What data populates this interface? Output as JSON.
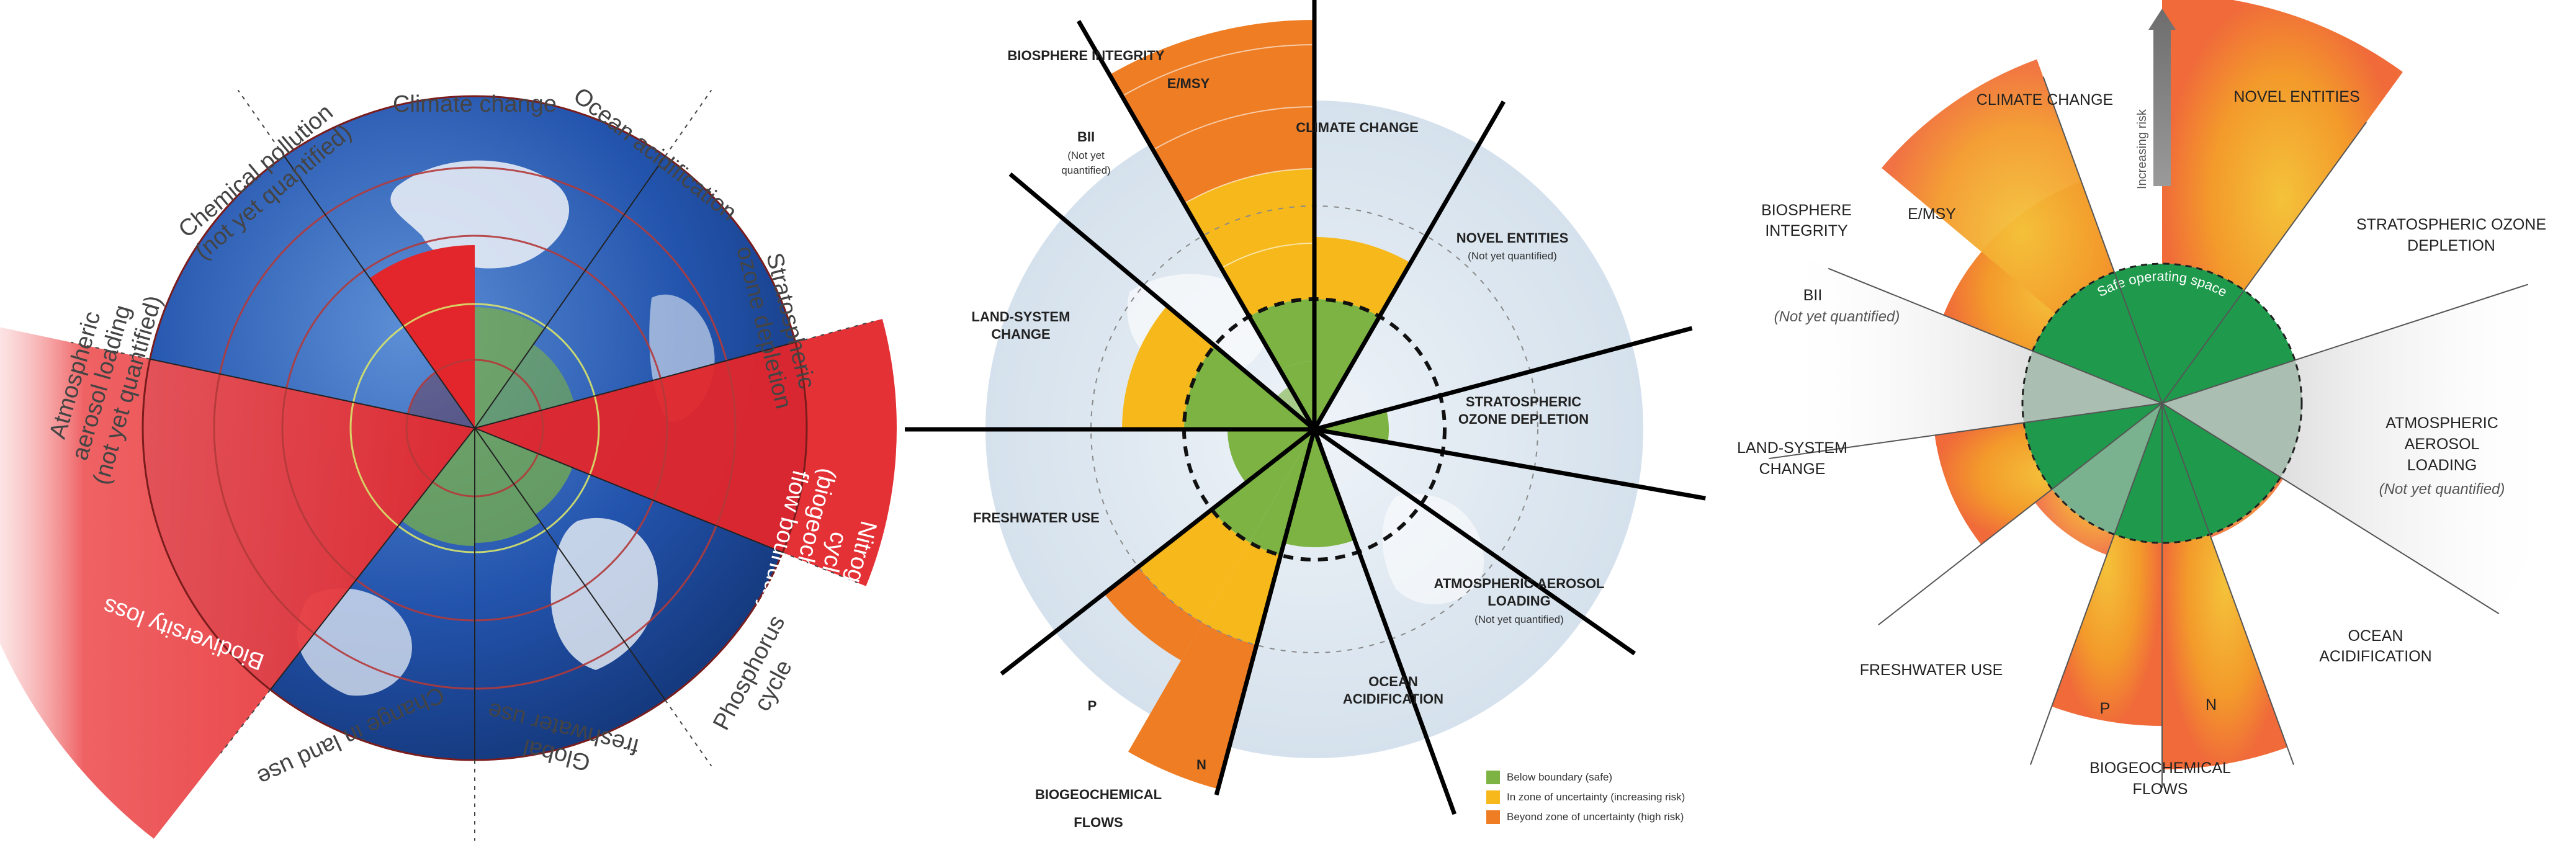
{
  "colors": {
    "ocean": "#1f4fa8",
    "safe_green": "#7cb342",
    "red": "#e3262b",
    "yellow": "#f6b81b",
    "orange": "#ee7d24",
    "deep_green": "#1f9a4c",
    "grey": "#c4c4c4"
  },
  "panel1": {
    "labels": {
      "climate": "Climate change",
      "ocean": "Ocean acidification",
      "ozone_1": "Stratospheric",
      "ozone_2": "ozone depletion",
      "nitrogen_1": "Nitrogen",
      "nitrogen_2": "cycle",
      "nitrogen_3": "(biogeochemical",
      "nitrogen_4": "flow boundary)",
      "phosphorus_1": "Phosphorus",
      "phosphorus_2": "cycle",
      "freshwater_1": "Global",
      "freshwater_2": "freshwater use",
      "landuse": "Change in land use",
      "biodiversity": "Biodiversity loss",
      "aerosol_1": "Atmospheric",
      "aerosol_2": "aerosol loading",
      "aerosol_3": "(not yet quantified)",
      "chemical_1": "Chemical pollution",
      "chemical_2": "(not yet quantified)"
    }
  },
  "panel2": {
    "labels": {
      "biosphere": "BIOSPHERE INTEGRITY",
      "emsy": "E/MSY",
      "bii": "BII",
      "bii_nq_1": "(Not yet",
      "bii_nq_2": "quantified)",
      "climate": "CLIMATE CHANGE",
      "novel": "NOVEL ENTITIES",
      "novel_nq": "(Not yet quantified)",
      "land_1": "LAND-SYSTEM",
      "land_2": "CHANGE",
      "ozone_1": "STRATOSPHERIC",
      "ozone_2": "OZONE DEPLETION",
      "freshwater": "FRESHWATER USE",
      "aerosol_1": "ATMOSPHERIC AEROSOL",
      "aerosol_2": "LOADING",
      "aerosol_nq": "(Not yet quantified)",
      "p": "P",
      "n": "N",
      "ocean_1": "OCEAN",
      "ocean_2": "ACIDIFICATION",
      "bio_1": "BIOGEOCHEMICAL",
      "bio_2": "FLOWS"
    },
    "legend": [
      {
        "label": "Below boundary (safe)",
        "color": "#7cb342"
      },
      {
        "label": "In zone of uncertainty (increasing risk)",
        "color": "#f6b81b"
      },
      {
        "label": "Beyond zone of uncertainty (high risk)",
        "color": "#ee7d24"
      }
    ]
  },
  "panel3": {
    "labels": {
      "risk": "Increasing risk",
      "climate": "CLIMATE CHANGE",
      "novel": "NOVEL ENTITIES",
      "ozone_1": "STRATOSPHERIC OZONE",
      "ozone_2": "DEPLETION",
      "biosphere_1": "BIOSPHERE",
      "biosphere_2": "INTEGRITY",
      "emsy": "E/MSY",
      "bii": "BII",
      "bii_nq": "(Not yet quantified)",
      "safe": "Safe operating space",
      "aerosol_1": "ATMOSPHERIC",
      "aerosol_2": "AEROSOL",
      "aerosol_3": "LOADING",
      "aerosol_nq": "(Not yet quantified)",
      "land_1": "LAND-SYSTEM",
      "land_2": "CHANGE",
      "freshwater": "FRESHWATER USE",
      "ocean_1": "OCEAN",
      "ocean_2": "ACIDIFICATION",
      "p": "P",
      "n": "N",
      "bio_1": "BIOGEOCHEMICAL",
      "bio_2": "FLOWS"
    }
  }
}
